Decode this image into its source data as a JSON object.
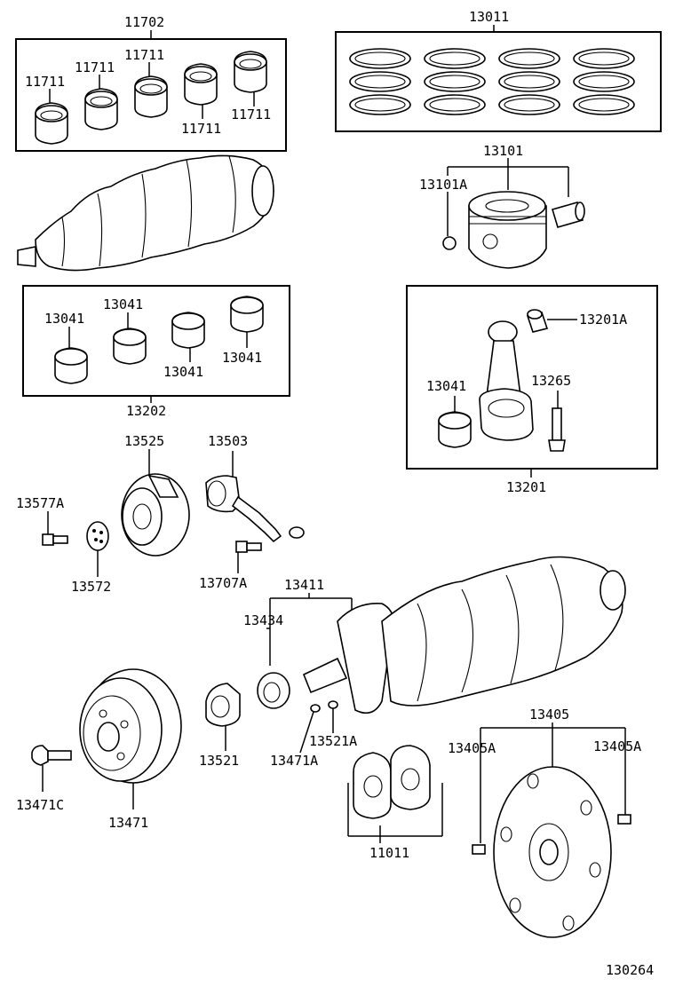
{
  "diagram_id": "130264",
  "labels": {
    "l11702": "11702",
    "l11711_a": "11711",
    "l11711_b": "11711",
    "l11711_c": "11711",
    "l11711_d": "11711",
    "l11711_e": "11711",
    "l13011": "13011",
    "l13101": "13101",
    "l13101A": "13101A",
    "l13041_a": "13041",
    "l13041_b": "13041",
    "l13041_c": "13041",
    "l13041_d": "13041",
    "l13202": "13202",
    "l13201A": "13201A",
    "l13041_e": "13041",
    "l13265": "13265",
    "l13201": "13201",
    "l13525": "13525",
    "l13503": "13503",
    "l13577A": "13577A",
    "l13572": "13572",
    "l13707A": "13707A",
    "l13411": "13411",
    "l13434": "13434",
    "l13521A": "13521A",
    "l13471A": "13471A",
    "l13521": "13521",
    "l13405": "13405",
    "l13405A_a": "13405A",
    "l13405A_b": "13405A",
    "l13471C": "13471C",
    "l13471": "13471",
    "l11011": "11011"
  }
}
